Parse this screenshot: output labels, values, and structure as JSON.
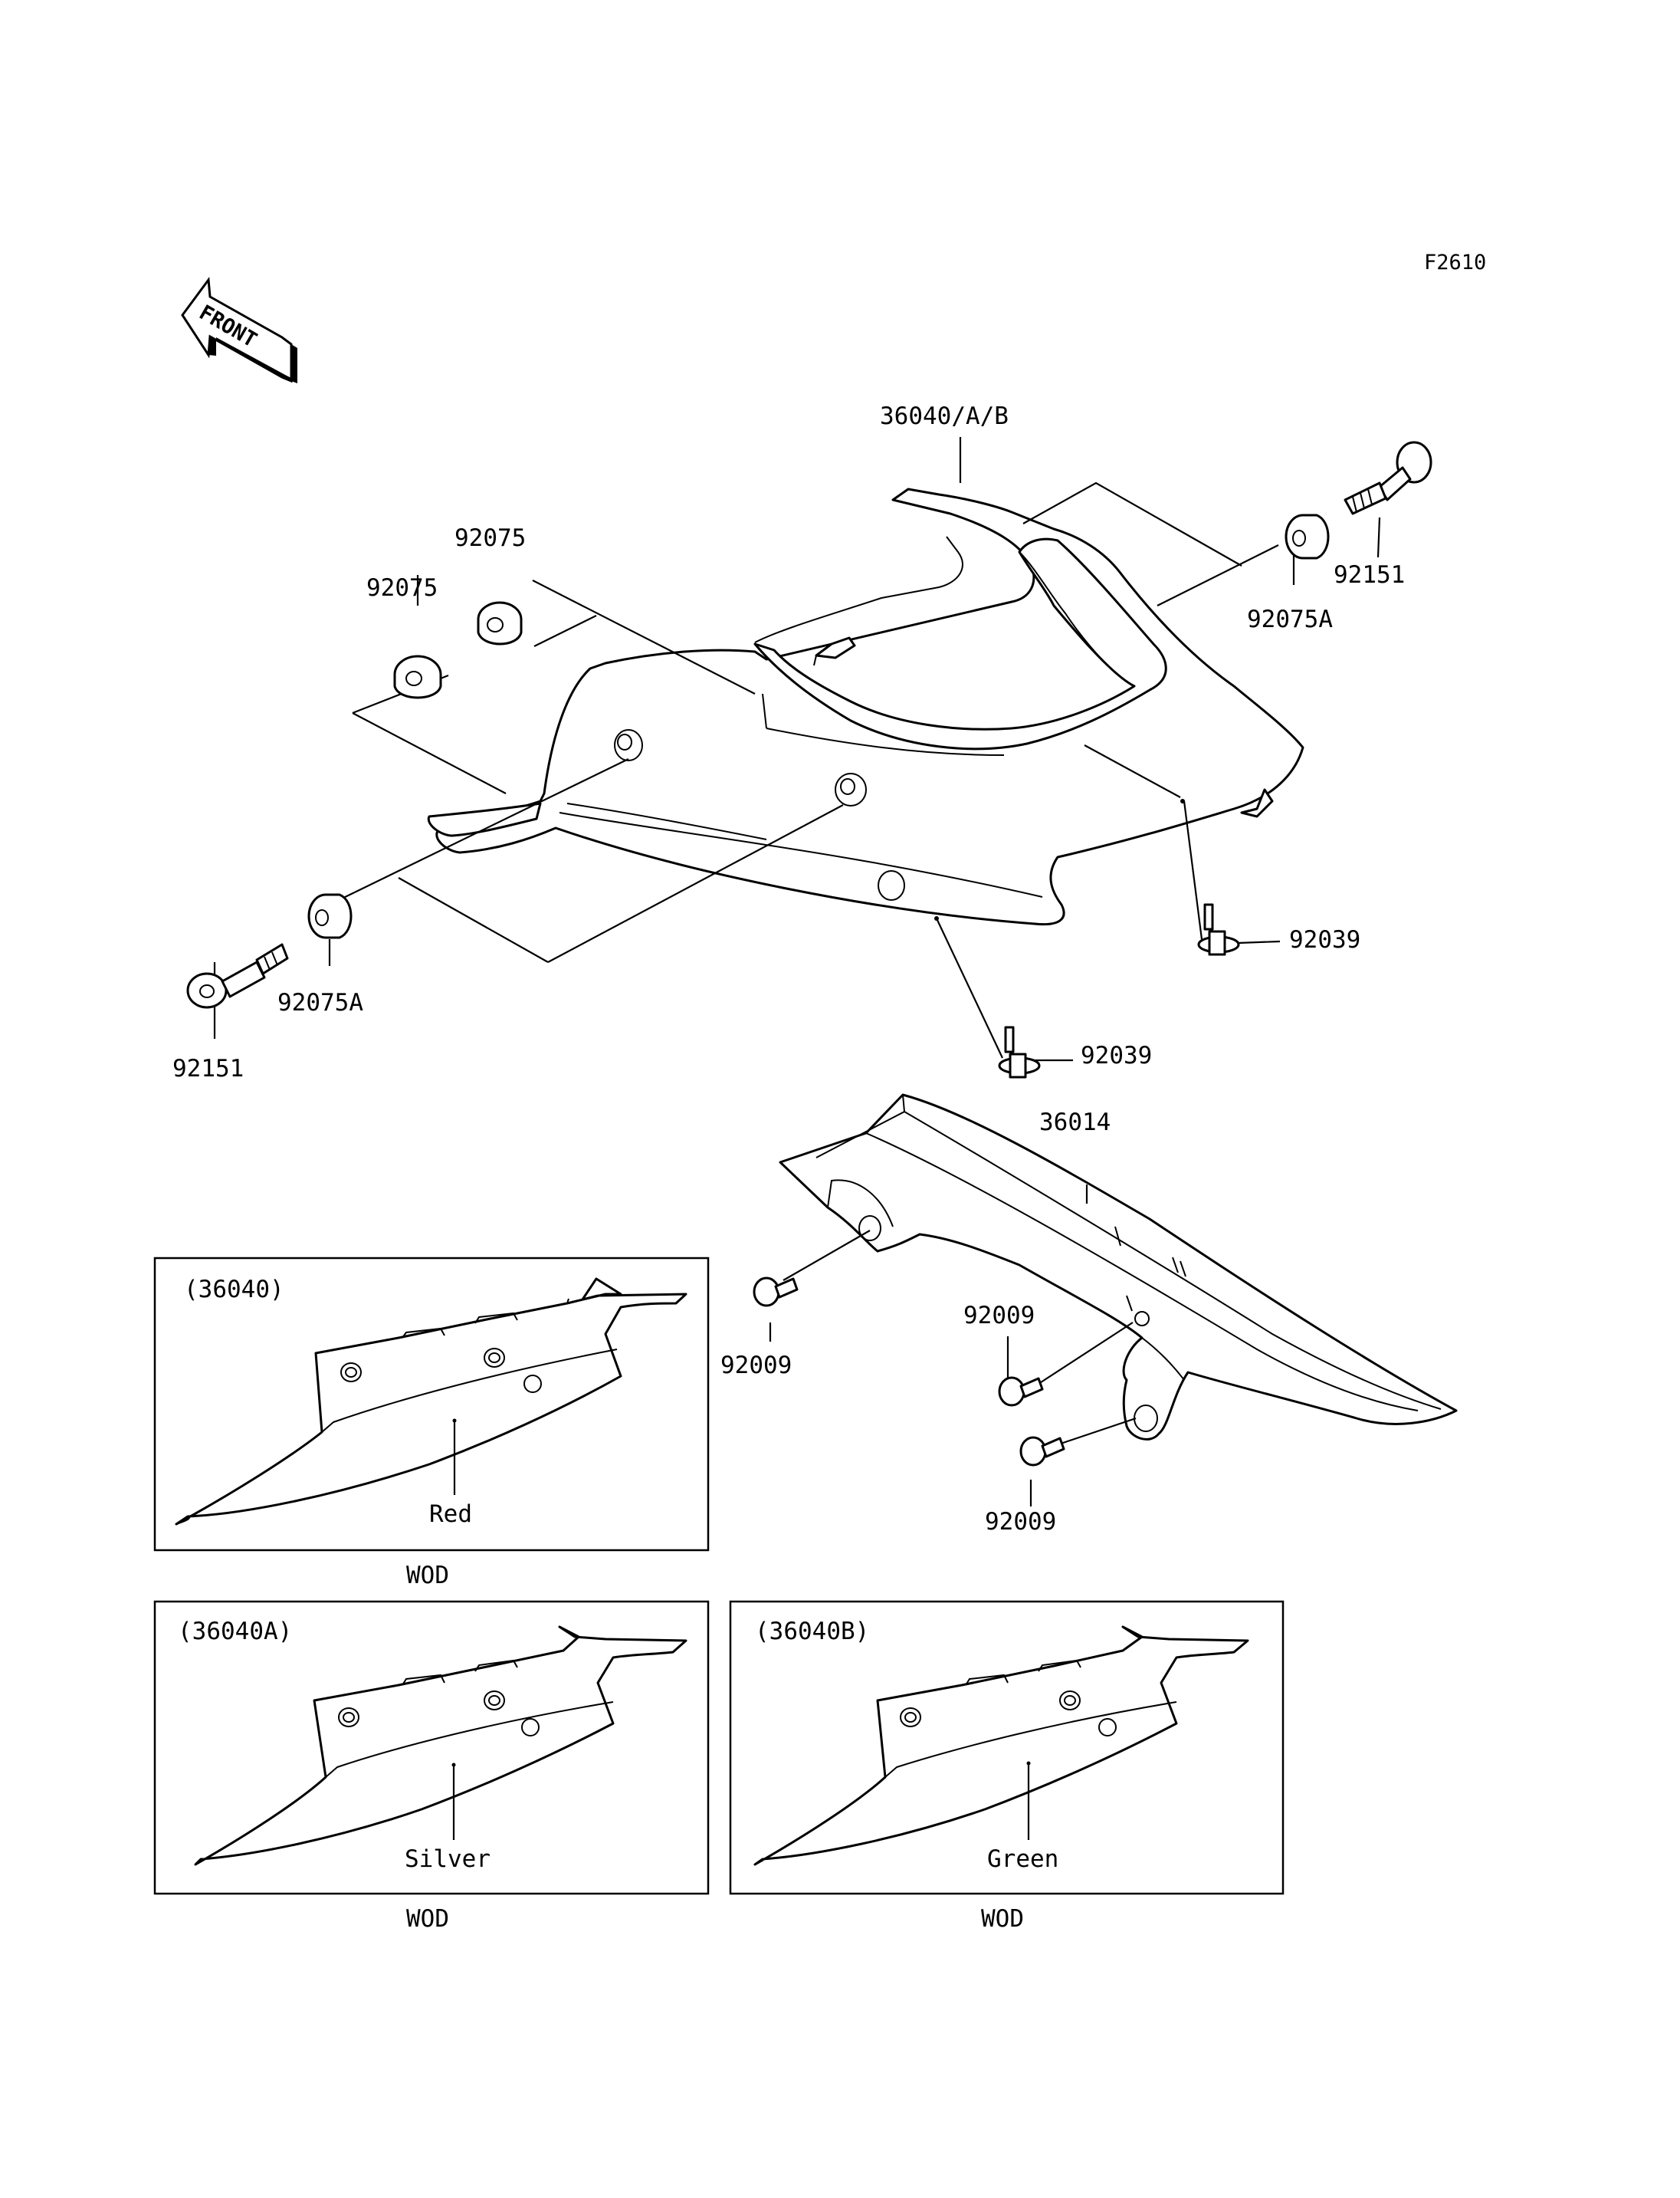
{
  "figure_code": "F2610",
  "front_marker": "FRONT",
  "labels": {
    "seat_cover": "36040/A/B",
    "grommet_left_upper": "92075",
    "grommet_left_top": "92075",
    "grommet_right": "92075A",
    "grommet_left_lower": "92075A",
    "bolt_right": "92151",
    "bolt_left": "92151",
    "clip_right": "92039",
    "clip_center": "92039",
    "side_cover": "36014",
    "screw_left": "92009",
    "screw_mid": "92009",
    "screw_lower": "92009"
  },
  "variants": [
    {
      "code": "(36040)",
      "color": "Red",
      "note": "WOD"
    },
    {
      "code": "(36040A)",
      "color": "Silver",
      "note": "WOD"
    },
    {
      "code": "(36040B)",
      "color": "Green",
      "note": "WOD"
    }
  ]
}
